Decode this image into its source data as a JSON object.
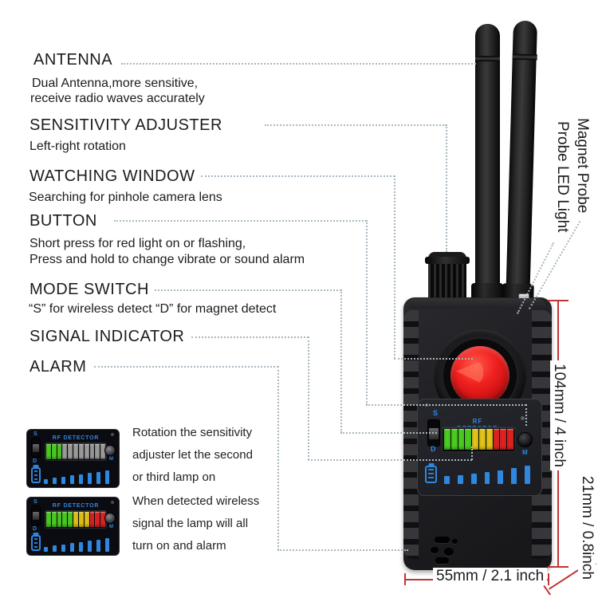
{
  "labels": {
    "antenna": {
      "title": "ANTENNA",
      "line1": "Dual Antenna,more sensitive,",
      "line2": "receive radio waves accurately"
    },
    "sensitivity": {
      "title": "SENSITIVITY ADJUSTER",
      "line1": "Left-right rotation"
    },
    "watching": {
      "title": "WATCHING WINDOW",
      "line1": "Searching for pinhole camera lens"
    },
    "button": {
      "title": "BUTTON",
      "line1": "Short press for red light on or flashing,",
      "line2": "Press and hold to change vibrate or sound alarm"
    },
    "mode": {
      "title": "MODE SWITCH",
      "line1": "“S” for wireless detect “D” for magnet detect"
    },
    "signal": {
      "title": "SIGNAL INDICATOR"
    },
    "alarm": {
      "title": "ALARM"
    }
  },
  "side_labels": {
    "magnet_probe": "Magnet Probe",
    "probe_led": "Probe LED Light"
  },
  "dimensions": {
    "height": "104mm / 4 inch",
    "depth": "21mm / 0.8inch",
    "width": "55mm / 2.1 inch"
  },
  "device_display": {
    "title": "RF DETECTOR",
    "s": "S",
    "d": "D",
    "m": "M",
    "leds": [
      "green",
      "green",
      "green",
      "green",
      "yellow",
      "yellow",
      "yellow",
      "red",
      "red",
      "red"
    ],
    "battery_bar_heights": [
      10,
      11,
      13,
      15,
      17,
      20,
      23
    ]
  },
  "insets": [
    {
      "display": {
        "title": "RF DETECTOR",
        "s": "S",
        "d": "D",
        "m": "M",
        "leds": [
          "green",
          "green",
          "green",
          "off",
          "off",
          "off",
          "off",
          "off",
          "off",
          "off",
          "off"
        ],
        "battery_bar_heights": [
          6,
          8,
          9,
          11,
          12,
          14,
          15,
          17
        ]
      },
      "caption": {
        "line1": "Rotation the sensitivity",
        "line2": "adjuster let the second",
        "line3": "or third lamp on"
      }
    },
    {
      "display": {
        "title": "RF DETECTOR",
        "s": "S",
        "d": "D",
        "m": "M",
        "leds": [
          "green",
          "green",
          "green",
          "green",
          "green",
          "yellow",
          "yellow",
          "yellow",
          "red",
          "red",
          "red"
        ],
        "battery_bar_heights": [
          6,
          8,
          9,
          11,
          12,
          14,
          15,
          17
        ]
      },
      "caption": {
        "line1": "When detected wireless",
        "line2": "signal the lamp will all",
        "line3": "turn on and alarm"
      }
    }
  ],
  "colors": {
    "led_green": "#49cf1f",
    "led_yellow": "#e5c414",
    "led_red": "#e32020",
    "led_off": "#9c9c9c",
    "blue": "#2f87e0",
    "dim_red": "#c23333",
    "leader": "#a8b8c0"
  }
}
